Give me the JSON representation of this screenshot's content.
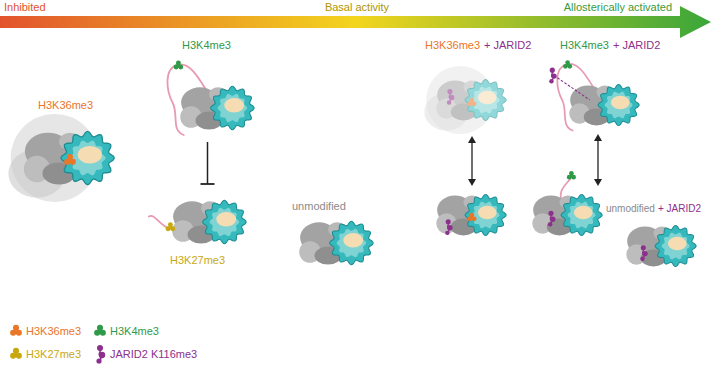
{
  "diagram": {
    "nodes": [
      {
        "text": [
          "H3K36me3"
        ]
      },
      {
        "text": [
          "H3K4me3"
        ]
      },
      {
        "text": [
          "H3K27me3"
        ]
      },
      {
        "text": [
          "unmodified"
        ]
      },
      {
        "text": [
          "H3K36me3",
          "+ JARID2"
        ]
      },
      {
        "text": [
          "H3K4me3",
          "+ JARID2"
        ]
      },
      {
        "text": [
          "unmodified",
          "+ JARID2"
        ]
      }
    ],
    "edges": [
      {
        "from": 1,
        "to": 2,
        "arrow": "to"
      }
    ],
    "labels": [
      "Inhibited",
      "Basal activity",
      "Allosterically activated"
    ],
    "legend": [
      {
        "text": "H3K36me3"
      },
      {
        "text": "H3K4me3"
      },
      {
        "text": "H3K27me3"
      },
      {
        "text": "JARID2 K116me3"
      }
    ]
  }
}
